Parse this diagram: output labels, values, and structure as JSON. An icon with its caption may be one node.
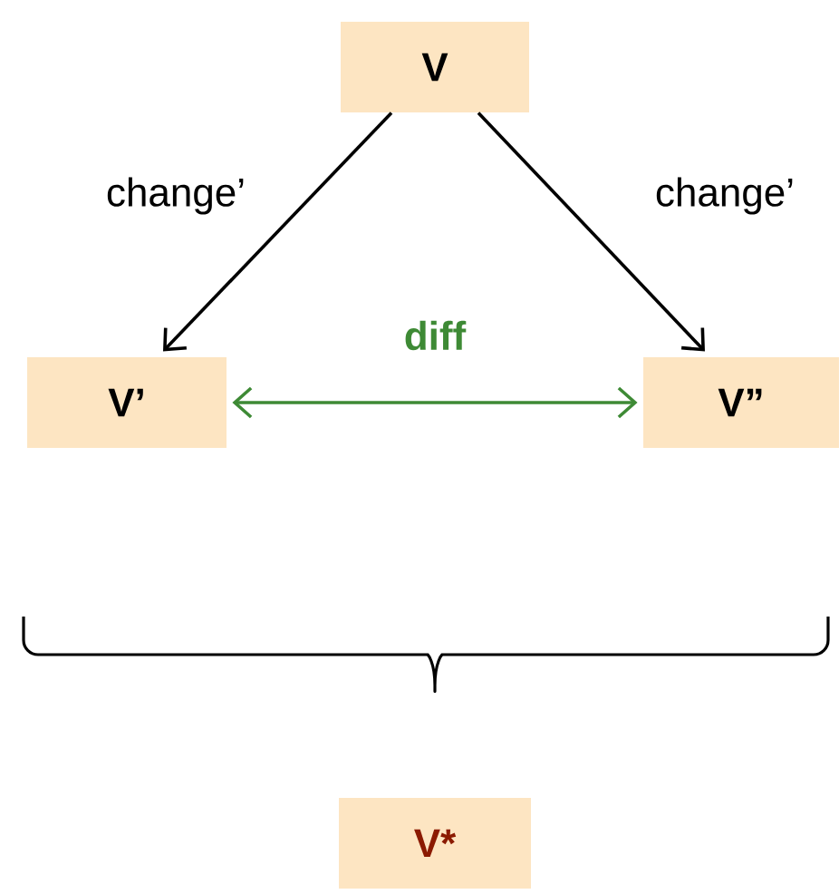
{
  "diagram": {
    "nodes": [
      {
        "text": [
          "V"
        ]
      },
      {
        "text": [
          "V’"
        ]
      },
      {
        "text": [
          "V”"
        ]
      },
      {
        "text": [
          "V*"
        ]
      }
    ],
    "edges": [
      {
        "from": 0,
        "to": 1,
        "arrow": "to",
        "label": "change’"
      },
      {
        "from": 0,
        "to": 2,
        "arrow": "to",
        "label": "change’"
      },
      {
        "from": 1,
        "to": 2,
        "arrow": "both",
        "label": "diff",
        "color": "#3e8a35"
      }
    ]
  }
}
